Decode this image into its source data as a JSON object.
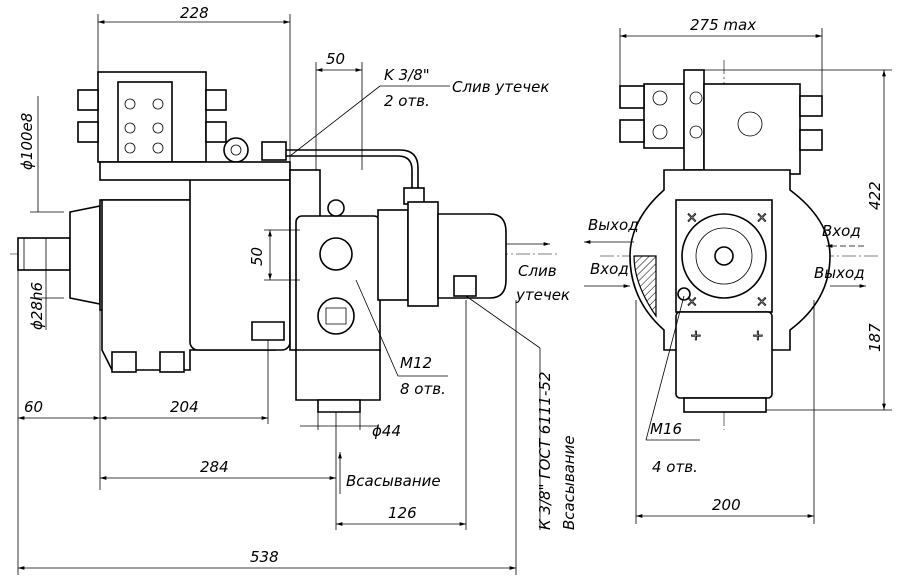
{
  "labels": {
    "dim_228": "228",
    "dim_50_top": "50",
    "thread_k38": "K 3/8\"",
    "leak_drain_top": "Слив утечек",
    "holes_2": "2 отв.",
    "dia_100e8": "ϕ100e8",
    "dia_28h6": "ϕ28h6",
    "dim_50_side": "50",
    "leak_drain_right_1": "Слив",
    "leak_drain_right_2": "утечек",
    "m12": "M12",
    "holes_8": "8 отв.",
    "dia_44": "ϕ44",
    "dim_60": "60",
    "dim_204": "204",
    "dim_284": "284",
    "suction_left": "Всасывание",
    "dim_126": "126",
    "gost_vertical": "К 3/8\" ГОСТ 6111-52",
    "suction_vertical": "Всасывание",
    "dim_538": "538",
    "dim_275": "275 max",
    "dim_422": "422",
    "outlet_left": "Выход",
    "inlet_left": "Вход",
    "inlet_right": "Вход",
    "outlet_right": "Выход",
    "dim_187": "187",
    "m16": "M16",
    "holes_4": "4 отв.",
    "dim_200": "200"
  }
}
